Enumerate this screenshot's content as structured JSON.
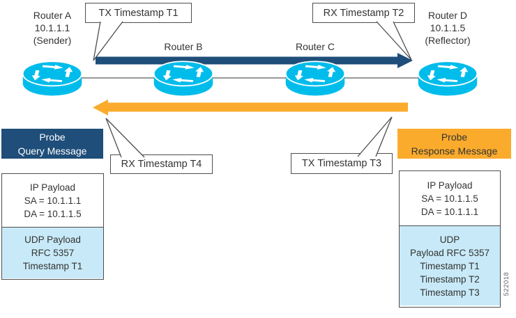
{
  "routers": {
    "a": {
      "name": "Router A",
      "ip": "10.1.1.1",
      "role": "(Sender)"
    },
    "b": {
      "name": "Router B"
    },
    "c": {
      "name": "Router C"
    },
    "d": {
      "name": "Router D",
      "ip": "10.1.1.5",
      "role": "(Reflector)"
    }
  },
  "callouts": {
    "tx_t1": "TX Timestamp T1",
    "rx_t2": "RX Timestamp T2",
    "tx_t3": "TX Timestamp T3",
    "rx_t4": "RX Timestamp T4"
  },
  "probe_query": {
    "line1": "Probe",
    "line2": "Query Message"
  },
  "probe_response": {
    "line1": "Probe",
    "line2": "Response Message"
  },
  "query_packet": {
    "ip_lines": [
      "IP Payload",
      "SA = 10.1.1.1",
      "DA = 10.1.1.5"
    ],
    "udp_lines": [
      "UDP Payload",
      "RFC 5357",
      "Timestamp T1"
    ]
  },
  "response_packet": {
    "ip_lines": [
      "IP Payload",
      "SA = 10.1.1.5",
      "DA = 10.1.1.1"
    ],
    "udp_lines": [
      "UDP",
      "Payload RFC 5357",
      "Timestamp T1",
      "Timestamp T2",
      "Timestamp T3"
    ]
  },
  "figure_id": "522018",
  "colors": {
    "router_cyan": "#00BCEB",
    "navy": "#1E4E79",
    "orange": "#FBAB2C",
    "light_blue": "#C8EAF8"
  }
}
